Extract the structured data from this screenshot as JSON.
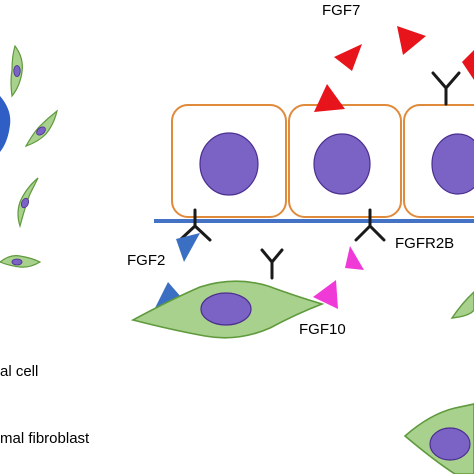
{
  "labels": {
    "fgf7": "FGF7",
    "fgf2": "FGF2",
    "fgfr2b": "FGFR2B",
    "fgf10": "FGF10",
    "legend_cell": "al cell",
    "legend_fibroblast": "mal fibroblast"
  },
  "colors": {
    "epithelial_fill": "#ffffff",
    "epithelial_border": "#e08a3c",
    "nucleus_fill": "#7b63c6",
    "nucleus_border": "#4b2e8f",
    "fibroblast_fill": "#a9d18e",
    "fibroblast_border": "#5f9a3c",
    "membrane": "#4472c4",
    "receptor": "#1a1a1a",
    "fgf7": "#e8141b",
    "fgf2": "#3a6fc4",
    "fgf10": "#f03ad8",
    "left_blue": "#2f5fc4"
  },
  "icons": {
    "receptor": "y-shaped-receptor-icon",
    "ligand": "triangle-ligand-icon"
  }
}
